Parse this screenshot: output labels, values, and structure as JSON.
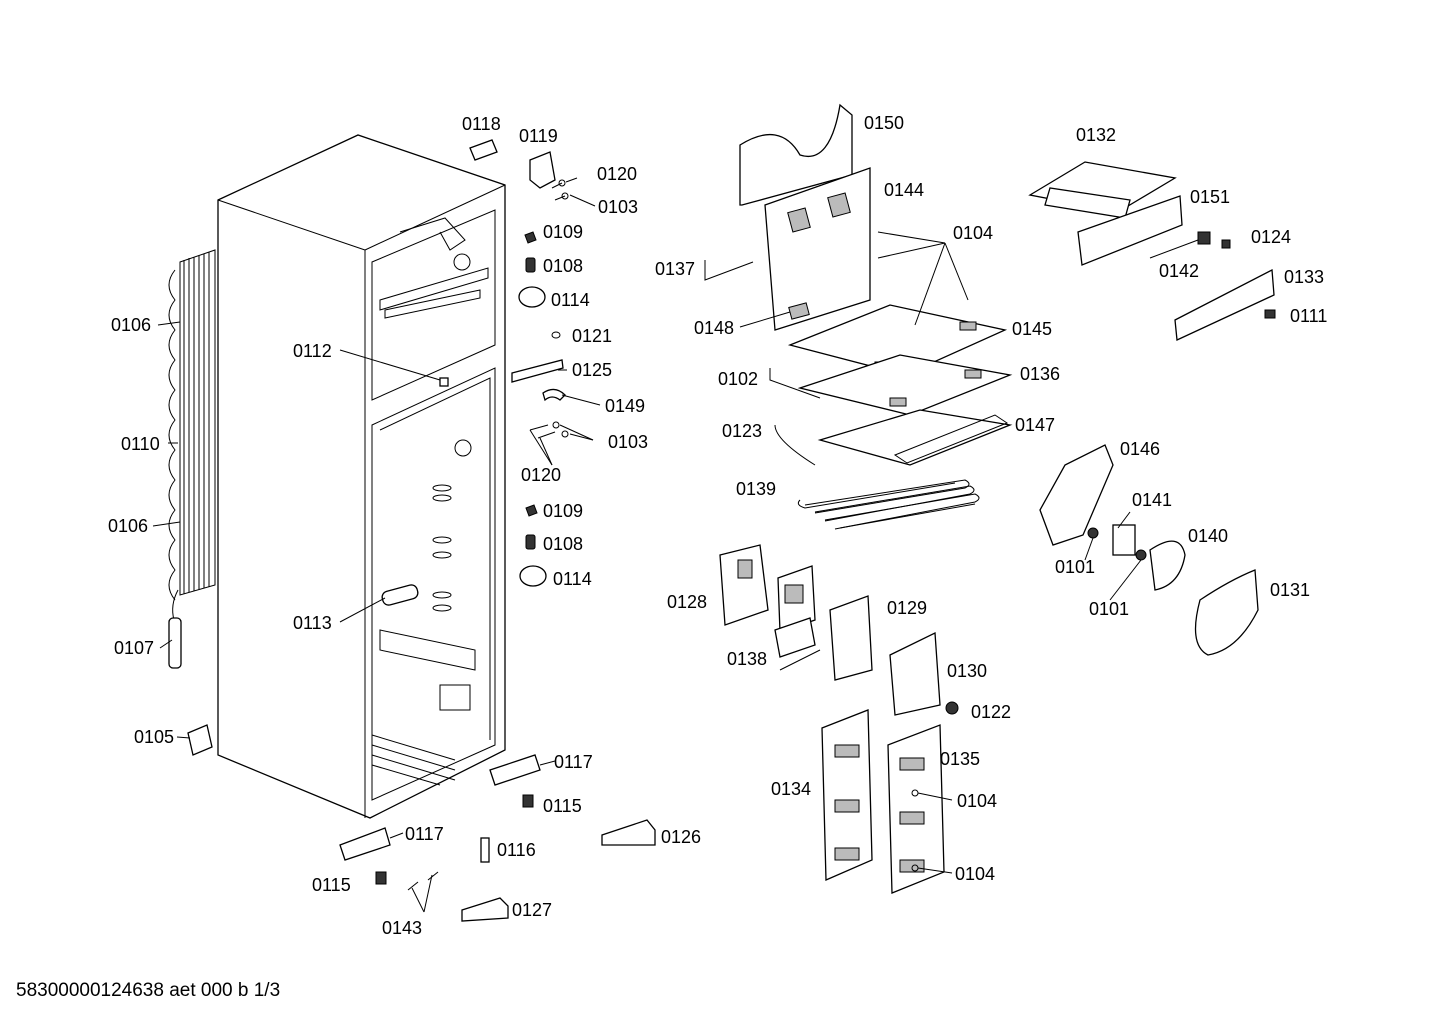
{
  "footer": "58300000124638 aet 000 b 1/3",
  "parts": [
    "0118",
    "0119",
    "0120",
    "0103",
    "0109",
    "0108",
    "0114",
    "0121",
    "0125",
    "0149",
    "0103",
    "0120",
    "0109",
    "0108",
    "0114",
    "0112",
    "0106",
    "0110",
    "0106",
    "0107",
    "0113",
    "0105",
    "0117",
    "0115",
    "0117",
    "0115",
    "0116",
    "0143",
    "0126",
    "0127",
    "0150",
    "0144",
    "0104",
    "0137",
    "0148",
    "0145",
    "0102",
    "0136",
    "0123",
    "0147",
    "0139",
    "0128",
    "0138",
    "0129",
    "0130",
    "0122",
    "0134",
    "0135",
    "0104",
    "0104",
    "0132",
    "0151",
    "0124",
    "0142",
    "0133",
    "0111",
    "0146",
    "0141",
    "0140",
    "0101",
    "0101",
    "0131"
  ]
}
